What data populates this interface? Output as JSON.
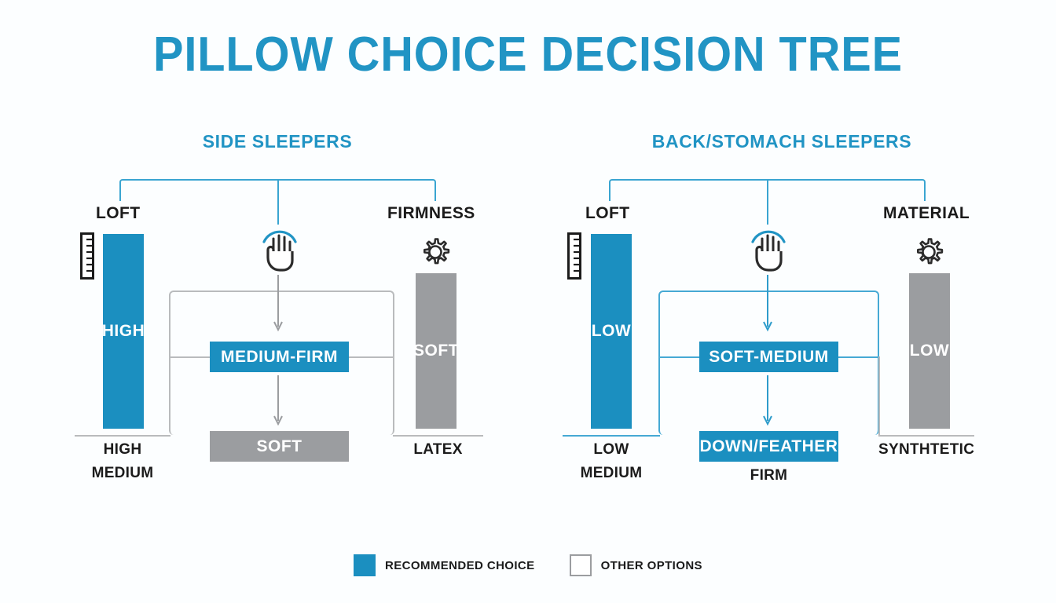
{
  "title": "PILLOW CHOICE DECISION TREE",
  "colors": {
    "accent_blue": "#2194c4",
    "bar_blue": "#1b8fc0",
    "bar_gray": "#9b9da0",
    "line_blue": "#46a9d4",
    "line_gray": "#b9bbbd",
    "background": "#fcfeff",
    "text_dark": "#1b1b1b"
  },
  "sections": [
    {
      "header": "SIDE SLEEPERS",
      "columns": [
        {
          "label": "LOFT",
          "icon": "ruler-icon",
          "bar": {
            "text": "HIGH",
            "color": "blue"
          },
          "captions": [
            "HIGH",
            "MEDIUM"
          ]
        },
        {
          "label": "",
          "icon": "hand-icon",
          "nodes": [
            {
              "text": "MEDIUM-FIRM",
              "color": "blue"
            },
            {
              "text": "SOFT",
              "color": "gray"
            }
          ],
          "captions": []
        },
        {
          "label": "FIRMNESS",
          "icon": "gear-icon",
          "bar": {
            "text": "SOFT",
            "color": "gray"
          },
          "captions": [
            "LATEX"
          ]
        }
      ]
    },
    {
      "header": "BACK/STOMACH SLEEPERS",
      "columns": [
        {
          "label": "LOFT",
          "icon": "ruler-icon",
          "bar": {
            "text": "LOW",
            "color": "blue"
          },
          "captions": [
            "LOW",
            "MEDIUM"
          ]
        },
        {
          "label": "",
          "icon": "hand-icon",
          "nodes": [
            {
              "text": "SOFT-MEDIUM",
              "color": "blue"
            },
            {
              "text": "DOWN/FEATHER",
              "color": "blue"
            }
          ],
          "captions": [
            "FIRM"
          ]
        },
        {
          "label": "MATERIAL",
          "icon": "gear-icon",
          "bar": {
            "text": "LOW",
            "color": "gray"
          },
          "captions": [
            "SYNTHTETIC"
          ]
        }
      ]
    }
  ],
  "legend": [
    {
      "swatch": "filled",
      "label": "RECOMMENDED CHOICE"
    },
    {
      "swatch": "hollow",
      "label": "OTHER OPTIONS"
    }
  ]
}
